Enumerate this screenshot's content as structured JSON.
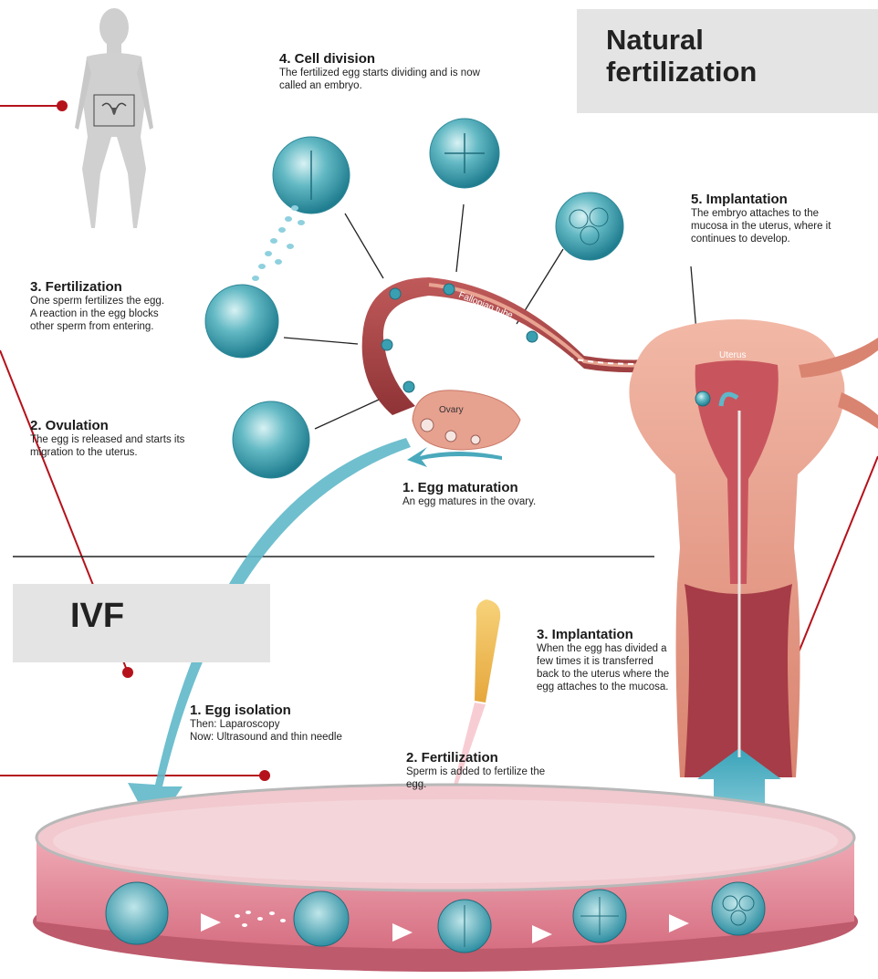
{
  "natural": {
    "title_line1": "Natural",
    "title_line2": "fertilization",
    "steps": [
      {
        "label": "1. Egg maturation",
        "text": "An egg matures in the ovary."
      },
      {
        "label": "2. Ovulation",
        "text": "The egg is released and starts its migration to the uterus."
      },
      {
        "label": "3. Fertilization",
        "text": "One sperm fertilizes the egg. A reaction in the egg blocks other sperm from entering."
      },
      {
        "label": "4. Cell division",
        "text": "The fertilized egg starts dividing and is now called an embryo."
      },
      {
        "label": "5. Implantation",
        "text": "The embryo attaches to the mucosa in the uterus, where it continues to develop."
      }
    ]
  },
  "ivf": {
    "title": "IVF",
    "steps": [
      {
        "label": "1. Egg isolation",
        "line1": "Then: Laparoscopy",
        "line2": "Now: Ultrasound and thin needle"
      },
      {
        "label": "2. Fertilization",
        "text": "Sperm is added to fertilize the egg."
      },
      {
        "label": "3. Implantation",
        "text": "When the egg has divided a few times it is transferred back to the uterus where the egg attaches to the mucosa."
      }
    ]
  },
  "anatomy": {
    "fallopian_tube": "Fallopian tube",
    "ovary": "Ovary",
    "uterus": "Uterus"
  },
  "colors": {
    "accent_red": "#b5121b",
    "arrow_teal": "#5fb8c9",
    "cell_teal": "#3a9fb0",
    "tissue_pink": "#e8a391",
    "dish_pink": "#e58f9c"
  }
}
